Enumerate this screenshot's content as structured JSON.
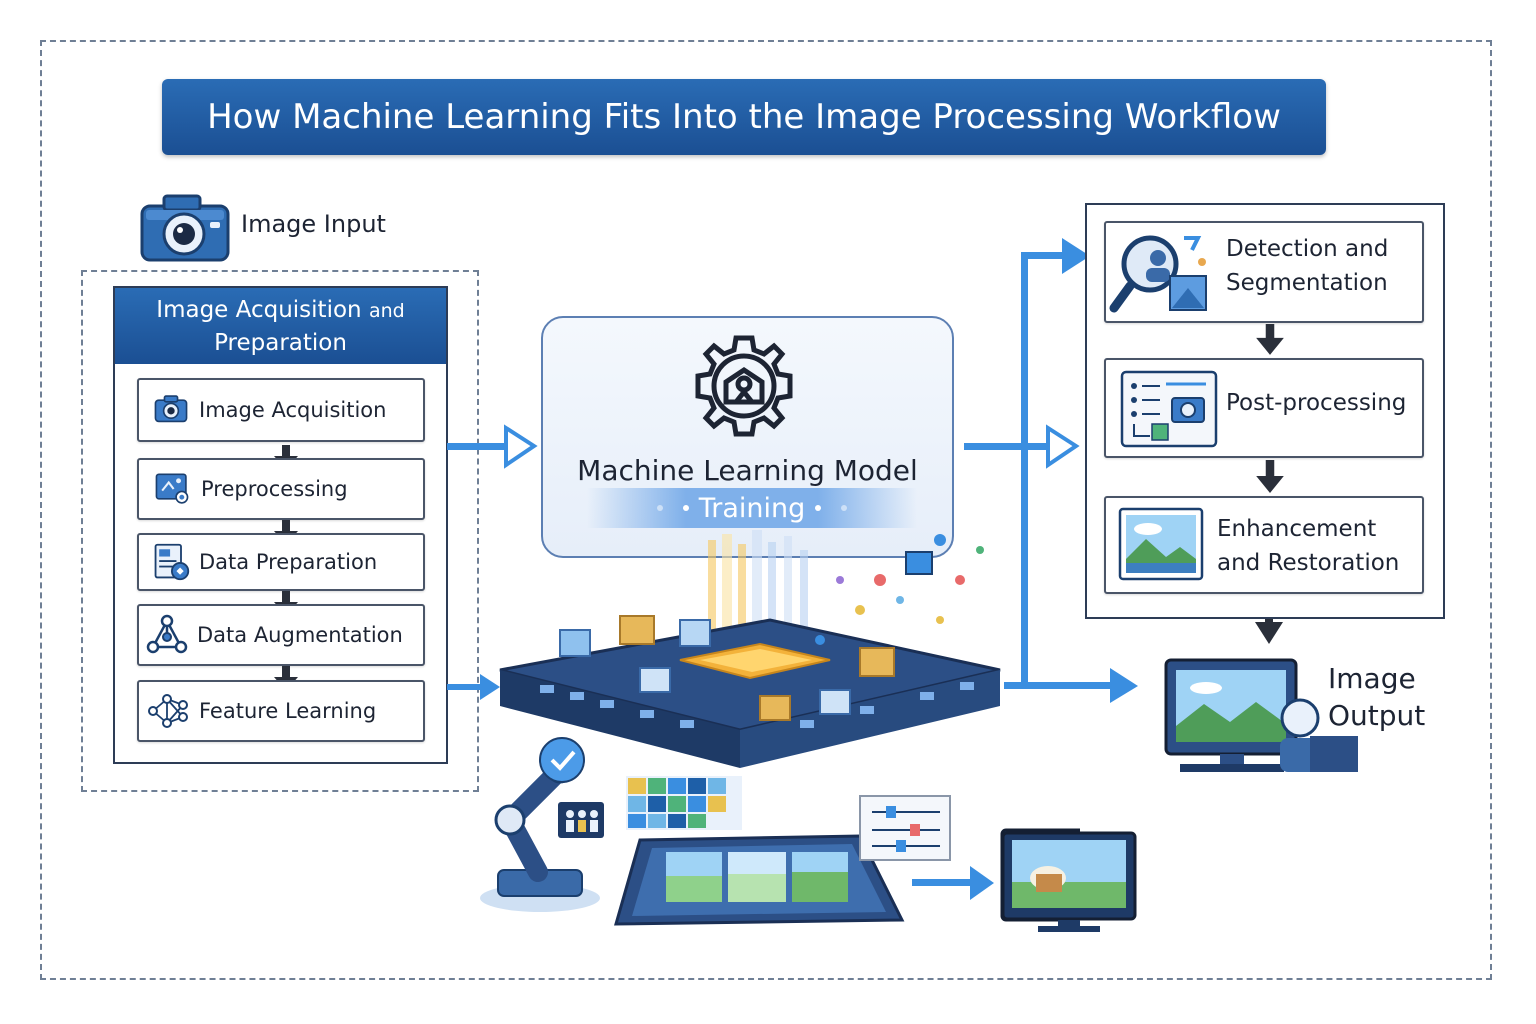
{
  "title": "How Machine Learning Fits Into the Image Processing Workflow",
  "image_input": {
    "label": "Image Input"
  },
  "acquisition_panel": {
    "header_line1_main": "Image Acquisition",
    "header_line1_small": "and",
    "header_line2": "Preparation",
    "steps": [
      {
        "label": "Image Acquisition",
        "icon": "camera-icon"
      },
      {
        "label": "Preprocessing",
        "icon": "image-filter-icon"
      },
      {
        "label": "Data Preparation",
        "icon": "document-icon"
      },
      {
        "label": "Data Augmentation",
        "icon": "network-nodes-icon"
      },
      {
        "label": "Feature Learning",
        "icon": "neural-net-icon"
      }
    ]
  },
  "ml_model": {
    "title": "Machine Learning Model",
    "training_label": "Training",
    "icon": "gear-brain-icon"
  },
  "results_panel": {
    "detection": {
      "line1": "Detection and",
      "line2": "Segmentation",
      "icon": "magnifier-icon"
    },
    "post_processing": {
      "label": "Post-processing",
      "icon": "settings-list-icon"
    },
    "enhancement": {
      "line1": "Enhancement",
      "line2": "and Restoration",
      "icon": "landscape-photo-icon"
    }
  },
  "image_output": {
    "line1": "Image",
    "line2": "Output",
    "icon": "monitor-icon"
  },
  "colors": {
    "primary_blue": "#1b4f93",
    "accent_blue": "#3a8ee0",
    "dark_outline": "#2d3c56",
    "arrow_dark": "#2a2f3a"
  }
}
